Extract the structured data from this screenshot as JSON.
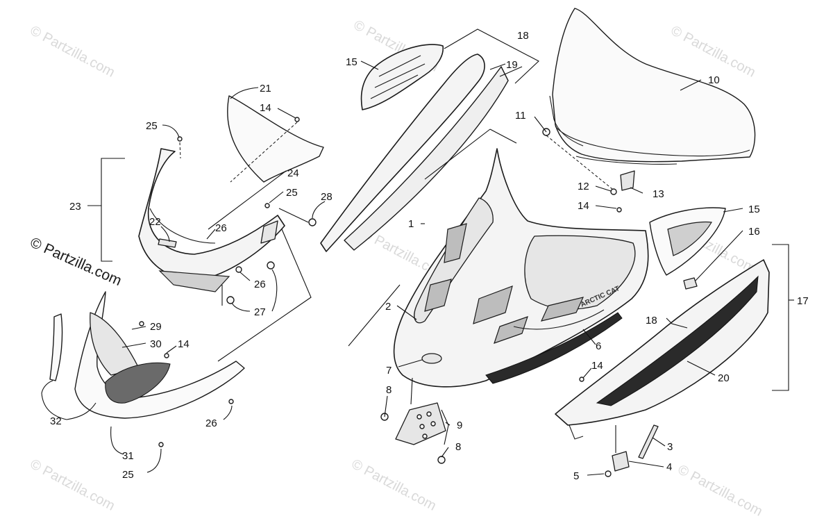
{
  "watermark": "© Partzilla.com",
  "brand_mark": "ARCTIC CAT",
  "callouts": {
    "c1": "1",
    "c2": "2",
    "c3": "3",
    "c4": "4",
    "c5": "5",
    "c6": "6",
    "c7": "7",
    "c8a": "8",
    "c8b": "8",
    "c9": "9",
    "c10": "10",
    "c11": "11",
    "c12": "12",
    "c13": "13",
    "c14a": "14",
    "c14b": "14",
    "c14c": "14",
    "c14d": "14",
    "c15a": "15",
    "c15b": "15",
    "c16": "16",
    "c17": "17",
    "c18a": "18",
    "c18b": "18",
    "c19": "19",
    "c20": "20",
    "c21": "21",
    "c22": "22",
    "c23": "23",
    "c24": "24",
    "c25a": "25",
    "c25b": "25",
    "c25c": "25",
    "c26a": "26",
    "c26b": "26",
    "c26c": "26",
    "c27": "27",
    "c28": "28",
    "c29": "29",
    "c30": "30",
    "c31": "31",
    "c32": "32"
  }
}
